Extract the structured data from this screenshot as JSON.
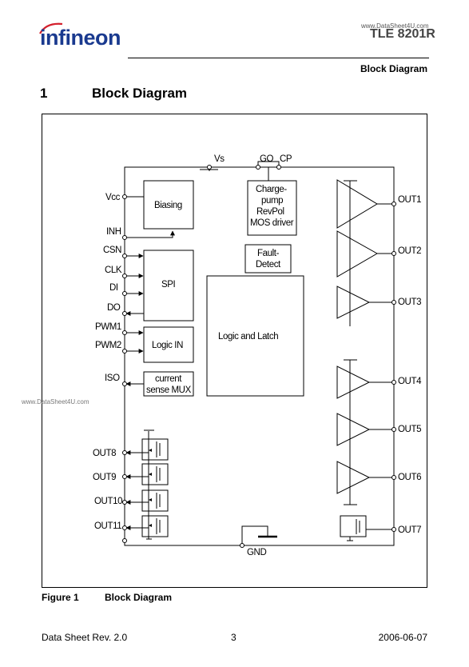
{
  "header": {
    "logo_text": "infineon",
    "watermark": "www.DataSheet4U.com",
    "product": "TLE 8201R",
    "section": "Block Diagram"
  },
  "section": {
    "number": "1",
    "title": "Block Diagram"
  },
  "diagram": {
    "supply": {
      "vs": "Vs",
      "go": "GO",
      "cp": "CP",
      "gnd": "GND"
    },
    "left_pins": [
      "Vcc",
      "INH",
      "CSN",
      "CLK",
      "DI",
      "DO",
      "PWM1",
      "PWM2",
      "ISO"
    ],
    "left_outputs": [
      "OUT8",
      "OUT9",
      "OUT10",
      "OUT11"
    ],
    "right_outputs": [
      "OUT1",
      "OUT2",
      "OUT3",
      "OUT4",
      "OUT5",
      "OUT6",
      "OUT7"
    ],
    "blocks": {
      "biasing": "Biasing",
      "charge_pump": [
        "Charge-",
        "pump",
        "RevPol",
        "MOS driver"
      ],
      "fault": [
        "Fault-",
        "Detect"
      ],
      "spi": "SPI",
      "logic": "Logic and Latch",
      "logic_in": "Logic IN",
      "mux": [
        "current",
        "sense MUX"
      ]
    },
    "watermark": "www.DataSheet4U.com"
  },
  "figure": {
    "label": "Figure 1",
    "title": "Block Diagram"
  },
  "footer": {
    "left": "Data Sheet Rev. 2.0",
    "page": "3",
    "date": "2006-06-07"
  }
}
